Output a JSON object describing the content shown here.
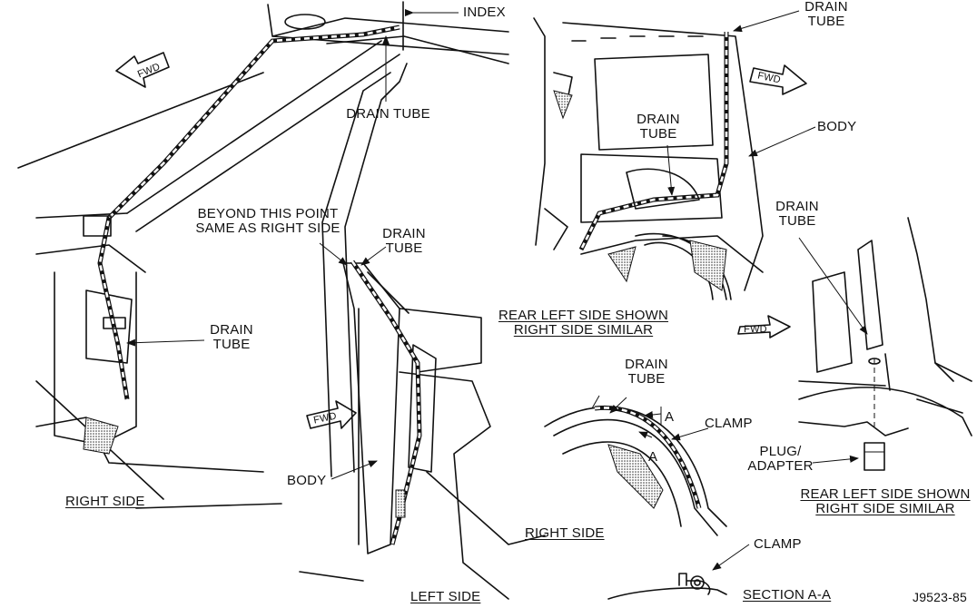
{
  "labels": {
    "index": "INDEX",
    "drain_tube_top_center": "DRAIN TUBE",
    "drain_tube_top_right": "DRAIN\nTUBE",
    "drain_tube_rear_interior": "DRAIN\nTUBE",
    "body_rear": "BODY",
    "drain_tube_rear_side": "DRAIN\nTUBE",
    "beyond_note": "BEYOND THIS POINT\nSAME AS RIGHT SIDE",
    "drain_tube_left_pillar": "DRAIN\nTUBE",
    "drain_tube_right_side": "DRAIN\nTUBE",
    "body_left": "BODY",
    "drain_tube_wheel": "DRAIN\nTUBE",
    "section_marker_a1": "A",
    "section_marker_a2": "A",
    "clamp_wheel": "CLAMP",
    "plug_adapter": "PLUG/\nADAPTER",
    "clamp_section": "CLAMP",
    "fwd_1": "FWD",
    "fwd_2": "FWD",
    "fwd_3": "FWD",
    "fwd_4": "FWD"
  },
  "captions": {
    "right_side_main": "RIGHT SIDE",
    "left_side": "LEFT SIDE",
    "rear_left_top": "REAR LEFT SIDE SHOWN\nRIGHT SIDE SIMILAR",
    "rear_left_bottom": "REAR LEFT SIDE SHOWN\nRIGHT SIDE SIMILAR",
    "right_side_wheel": "RIGHT SIDE",
    "section_aa": "SECTION A-A",
    "figure_id": "J9523-85"
  }
}
